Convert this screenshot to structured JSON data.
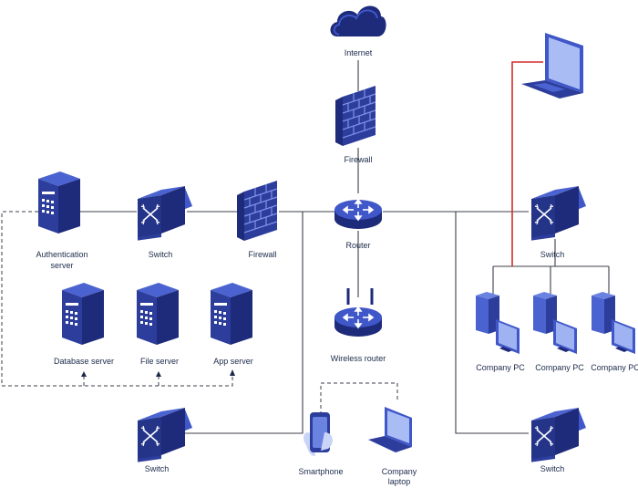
{
  "diagram": {
    "nodes": {
      "internet": "Internet",
      "firewall_top": "Firewall",
      "router": "Router",
      "wireless_router": "Wireless router",
      "smartphone": "Smartphone",
      "company_laptop_line1": "Company",
      "company_laptop_line2": "laptop",
      "switch_bottom_left": "Switch",
      "switch_bottom_right": "Switch",
      "switch_right": "Switch",
      "company_pc_1": "Company PC",
      "company_pc_2": "Company PC",
      "company_pc_3": "Company PC",
      "auth_server_line1": "Authentication",
      "auth_server_line2": "server",
      "switch_left": "Switch",
      "firewall_left": "Firewall",
      "database_server": "Database server",
      "file_server": "File server",
      "app_server": "App server"
    },
    "colors": {
      "device_dark": "#1e2a7a",
      "device_mid": "#2c3d9c",
      "device_light": "#3f57c8",
      "line": "#3b3f4a",
      "remote_link": "#d22b2b"
    },
    "icons": [
      "cloud-icon",
      "firewall-icon",
      "router-icon",
      "switch-icon",
      "server-icon",
      "desktop-pc-icon",
      "laptop-icon",
      "smartphone-icon"
    ]
  }
}
